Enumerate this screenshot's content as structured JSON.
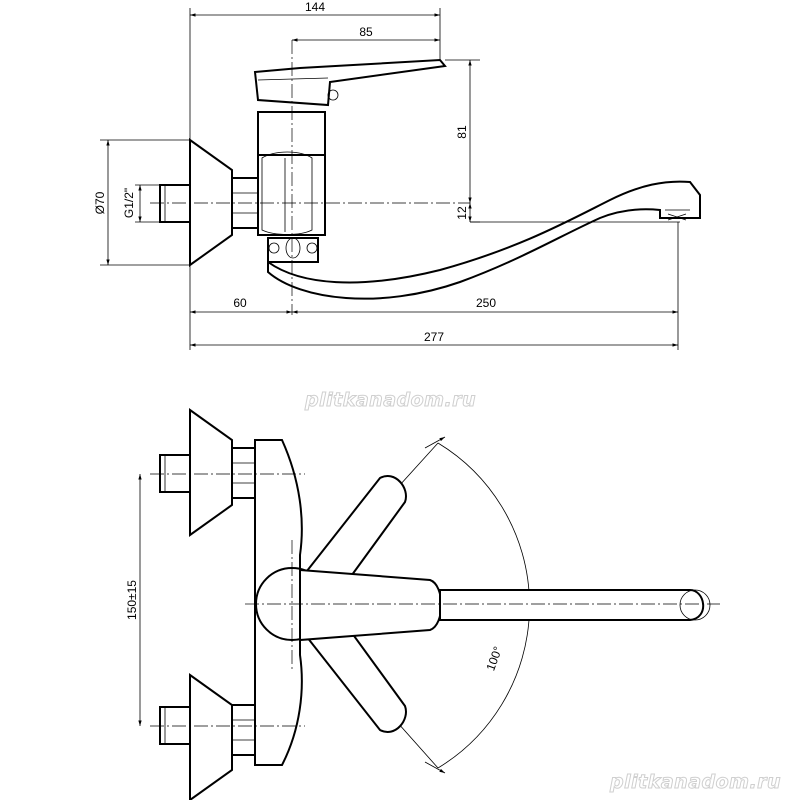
{
  "dimensions": {
    "overall_top_width": "144",
    "handle_offset": "85",
    "height": "81",
    "spout_drop": "12",
    "flange_diameter": "Ø70",
    "thread": "G1/2\"",
    "wall_to_axis": "60",
    "spout_reach": "250",
    "overall_length": "277",
    "centre_distance": "150±15",
    "swivel_angle": "100°"
  },
  "watermarks": {
    "middle": "plitkanadom.ru",
    "bottom": "plitkanadom.ru"
  }
}
